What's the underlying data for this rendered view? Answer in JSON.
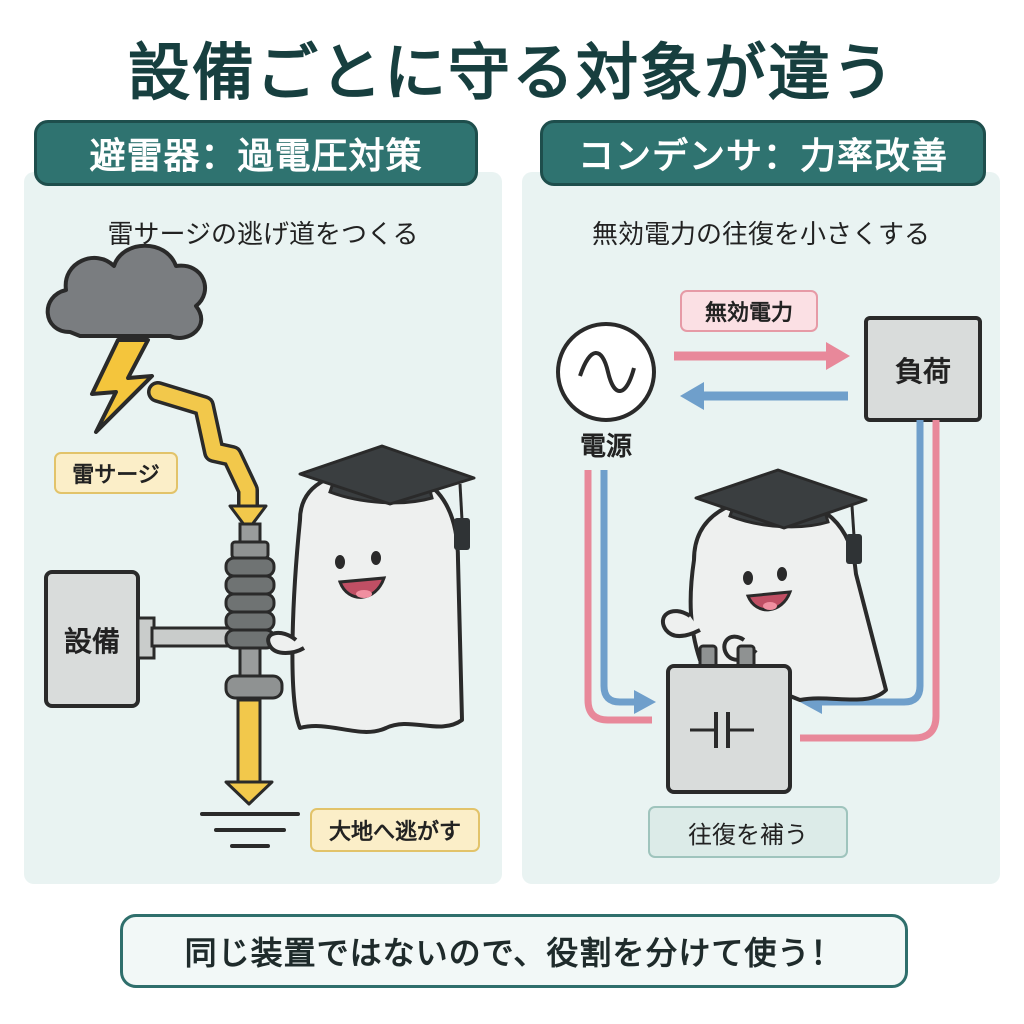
{
  "title": "設備ごとに守る対象が違う",
  "left": {
    "header": "避雷器：過電圧対策",
    "subtitle": "雷サージの逃げ道をつくる",
    "surge_label": "雷サージ",
    "equipment_label": "設備",
    "ground_label": "大地へ逃がす"
  },
  "right": {
    "header": "コンデンサ：力率改善",
    "subtitle": "無効電力の往復を小さくする",
    "reactive_label": "無効電力",
    "source_label": "電源",
    "load_label": "負荷",
    "compensate_label": "往復を補う"
  },
  "footer": "同じ装置ではないので、役割を分けて使う！",
  "colors": {
    "accent": "#2f7370",
    "surge": "#f2c84b",
    "reactive_pink": "#e8889a",
    "reactive_blue": "#6f9fcb"
  },
  "icons": [
    "storm-cloud-icon",
    "lightning-icon",
    "arrester-icon",
    "ground-icon",
    "ac-source-icon",
    "capacitor-icon",
    "mortarboard-icon"
  ]
}
